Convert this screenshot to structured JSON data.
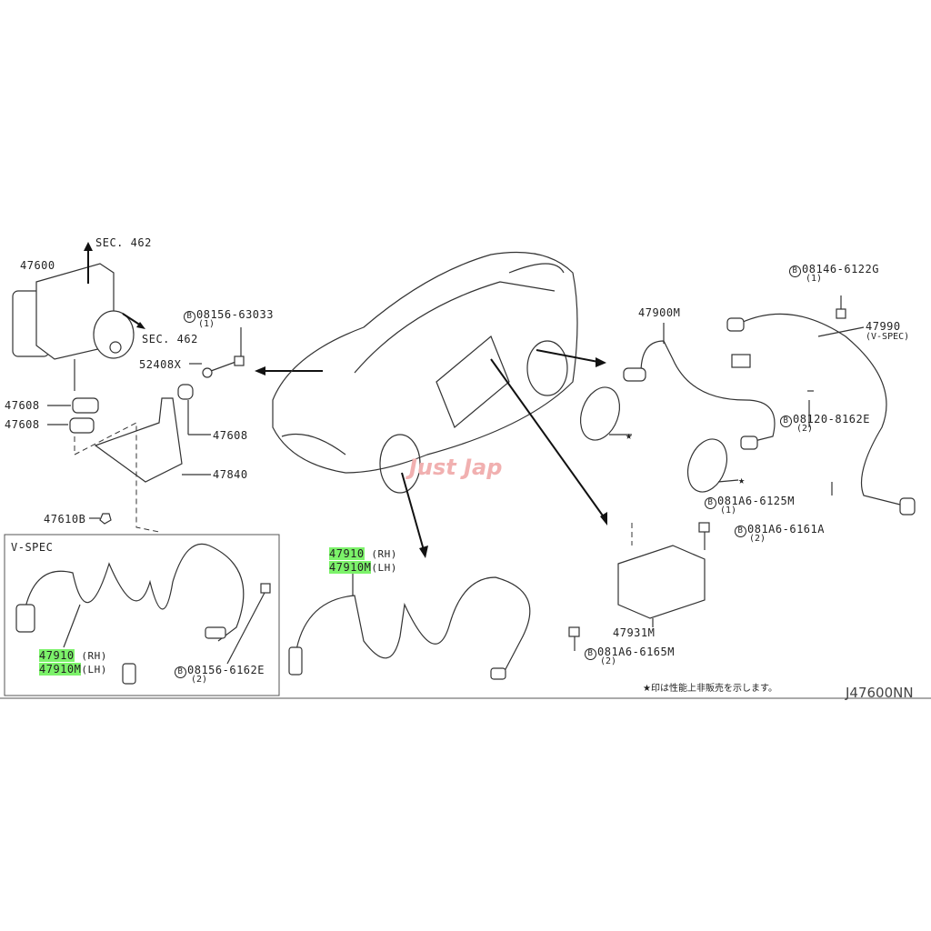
{
  "sections": {
    "sec_462_up": "SEC. 462",
    "sec_462_right": "SEC. 462",
    "vspec_box_title": "V-SPEC"
  },
  "parts": {
    "p47600": "47600",
    "p52408x": "52408X",
    "p47608_a": "47608",
    "p47608_b": "47608",
    "p47608_c": "47608",
    "p47840": "47840",
    "p47610b": "47610B",
    "bolt_08156_63033": {
      "code": "08156-63033",
      "qty": "(1)"
    },
    "p47900m": "47900M",
    "bolt_08146_6122g": {
      "code": "08146-6122G",
      "qty": "(1)"
    },
    "p47990": {
      "code": "47990",
      "note": "(V-SPEC)"
    },
    "bolt_08120_8162e": {
      "code": "08120-8162E",
      "qty": "(2)"
    },
    "bolt_081a6_6125m": {
      "code": "081A6-6125M",
      "qty": "(1)"
    },
    "bolt_081a6_6161a": {
      "code": "081A6-6161A",
      "qty": "(2)"
    },
    "p47931m": "47931M",
    "bolt_081a6_6165m": {
      "code": "081A6-6165M",
      "qty": "(2)"
    },
    "front_sensor": {
      "rh": "47910",
      "rh_side": "(RH)",
      "lh": "47910M",
      "lh_side": "(LH)"
    },
    "vspec_sensor": {
      "rh": "47910",
      "rh_side": "(RH)",
      "lh": "47910M",
      "lh_side": "(LH)"
    },
    "bolt_08156_6162e": {
      "code": "08156-6162E",
      "qty": "(2)"
    },
    "bolt_symbol": "B",
    "star_symbol": "★"
  },
  "footnote": "★印は性能上非販売を示します。",
  "diagram_code": "J47600NN",
  "watermark": "Just Jap",
  "colors": {
    "highlight": "#7cf26a",
    "watermark": "#f1b0b0"
  }
}
